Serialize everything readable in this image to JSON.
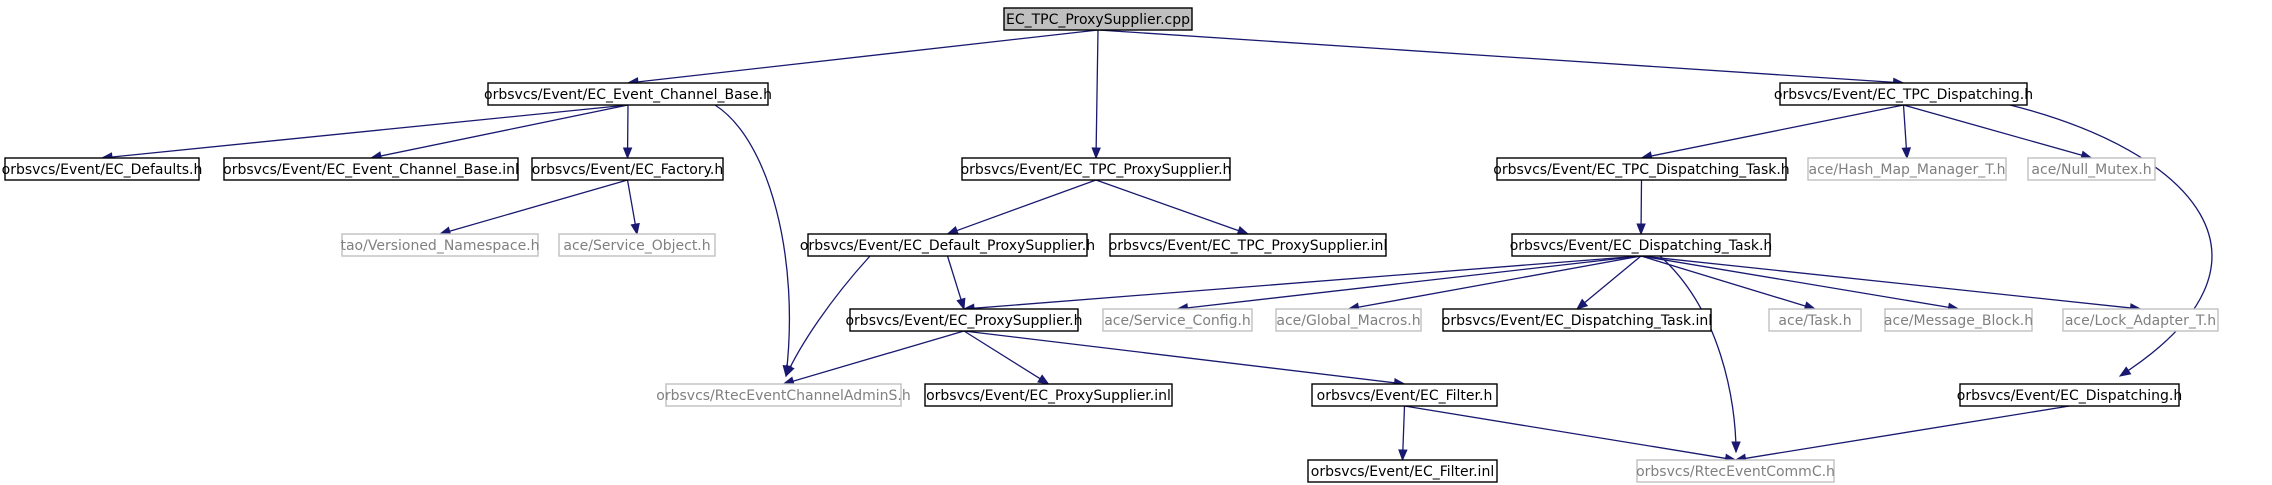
{
  "colors": {
    "edge": "#191970",
    "root_fill": "#bfbfbf",
    "node_fill": "#ffffff",
    "box_stroke": "#000000",
    "ext_stroke": "#c0c0c0",
    "text_dark": "#000000",
    "text_ext": "#808080"
  },
  "nodes": [
    {
      "id": "root",
      "label": "EC_TPC_ProxySupplier.cpp",
      "kind": "root"
    },
    {
      "id": "ecb",
      "label": "orbsvcs/Event/EC_Event_Channel_Base.h",
      "kind": "file"
    },
    {
      "id": "tpch",
      "label": "orbsvcs/Event/EC_TPC_ProxySupplier.h",
      "kind": "file"
    },
    {
      "id": "tpcd",
      "label": "orbsvcs/Event/EC_TPC_Dispatching.h",
      "kind": "file"
    },
    {
      "id": "defaults",
      "label": "orbsvcs/Event/EC_Defaults.h",
      "kind": "file"
    },
    {
      "id": "ecbinl",
      "label": "orbsvcs/Event/EC_Event_Channel_Base.inl",
      "kind": "file"
    },
    {
      "id": "factory",
      "label": "orbsvcs/Event/EC_Factory.h",
      "kind": "file"
    },
    {
      "id": "tpcdt",
      "label": "orbsvcs/Event/EC_TPC_Dispatching_Task.h",
      "kind": "file"
    },
    {
      "id": "hashmap",
      "label": "ace/Hash_Map_Manager_T.h",
      "kind": "external"
    },
    {
      "id": "nullmutex",
      "label": "ace/Null_Mutex.h",
      "kind": "external"
    },
    {
      "id": "versioned",
      "label": "tao/Versioned_Namespace.h",
      "kind": "external"
    },
    {
      "id": "svcobj",
      "label": "ace/Service_Object.h",
      "kind": "external"
    },
    {
      "id": "defps",
      "label": "orbsvcs/Event/EC_Default_ProxySupplier.h",
      "kind": "file"
    },
    {
      "id": "tpcinl",
      "label": "orbsvcs/Event/EC_TPC_ProxySupplier.inl",
      "kind": "file"
    },
    {
      "id": "dtask",
      "label": "orbsvcs/Event/EC_Dispatching_Task.h",
      "kind": "file"
    },
    {
      "id": "ps",
      "label": "orbsvcs/Event/EC_ProxySupplier.h",
      "kind": "file"
    },
    {
      "id": "svccfg",
      "label": "ace/Service_Config.h",
      "kind": "external"
    },
    {
      "id": "globmac",
      "label": "ace/Global_Macros.h",
      "kind": "external"
    },
    {
      "id": "dtaskinl",
      "label": "orbsvcs/Event/EC_Dispatching_Task.inl",
      "kind": "file"
    },
    {
      "id": "task",
      "label": "ace/Task.h",
      "kind": "external"
    },
    {
      "id": "msgblk",
      "label": "ace/Message_Block.h",
      "kind": "external"
    },
    {
      "id": "lockad",
      "label": "ace/Lock_Adapter_T.h",
      "kind": "external"
    },
    {
      "id": "rtadmin",
      "label": "orbsvcs/RtecEventChannelAdminS.h",
      "kind": "external"
    },
    {
      "id": "psinl",
      "label": "orbsvcs/Event/EC_ProxySupplier.inl",
      "kind": "file"
    },
    {
      "id": "filter",
      "label": "orbsvcs/Event/EC_Filter.h",
      "kind": "file"
    },
    {
      "id": "disp",
      "label": "orbsvcs/Event/EC_Dispatching.h",
      "kind": "file"
    },
    {
      "id": "filterinl",
      "label": "orbsvcs/Event/EC_Filter.inl",
      "kind": "file"
    },
    {
      "id": "rtcomm",
      "label": "orbsvcs/RtecEventCommC.h",
      "kind": "external"
    }
  ],
  "edges": [
    [
      "root",
      "ecb"
    ],
    [
      "root",
      "tpch"
    ],
    [
      "root",
      "tpcd"
    ],
    [
      "ecb",
      "defaults"
    ],
    [
      "ecb",
      "ecbinl"
    ],
    [
      "ecb",
      "factory"
    ],
    [
      "ecb",
      "rtadmin"
    ],
    [
      "factory",
      "versioned"
    ],
    [
      "factory",
      "svcobj"
    ],
    [
      "tpch",
      "defps"
    ],
    [
      "tpch",
      "tpcinl"
    ],
    [
      "defps",
      "rtadmin"
    ],
    [
      "defps",
      "ps"
    ],
    [
      "tpcd",
      "tpcdt"
    ],
    [
      "tpcd",
      "hashmap"
    ],
    [
      "tpcd",
      "nullmutex"
    ],
    [
      "tpcd",
      "disp"
    ],
    [
      "tpcdt",
      "dtask"
    ],
    [
      "dtask",
      "ps"
    ],
    [
      "dtask",
      "svccfg"
    ],
    [
      "dtask",
      "globmac"
    ],
    [
      "dtask",
      "dtaskinl"
    ],
    [
      "dtask",
      "task"
    ],
    [
      "dtask",
      "msgblk"
    ],
    [
      "dtask",
      "lockad"
    ],
    [
      "dtask",
      "rtcomm"
    ],
    [
      "ps",
      "rtadmin"
    ],
    [
      "ps",
      "psinl"
    ],
    [
      "ps",
      "filter"
    ],
    [
      "filter",
      "filterinl"
    ],
    [
      "filter",
      "rtcomm"
    ],
    [
      "disp",
      "rtcomm"
    ]
  ]
}
